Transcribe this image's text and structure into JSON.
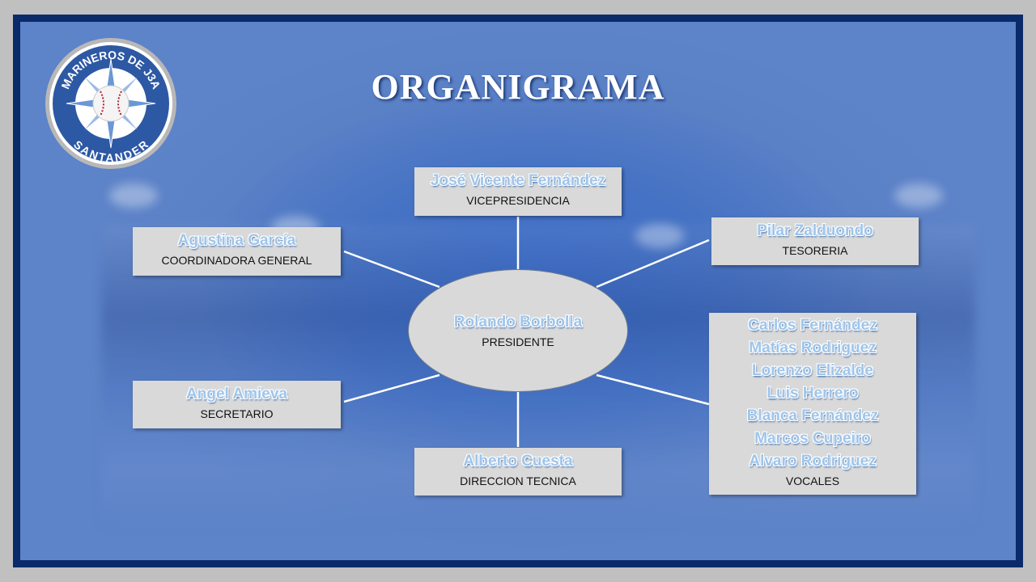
{
  "title": "ORGANIGRAMA",
  "logo": {
    "top_text": "MARINEROS DE J3A",
    "bottom_text": "SANTANDER"
  },
  "president": {
    "name": "Rolando Borbolla",
    "role": "PRESIDENTE"
  },
  "vice": {
    "name": "José Vicente Fernández",
    "role": "VICEPRESIDENCIA"
  },
  "coordinator": {
    "name": "Agustina García",
    "role": "COORDINADORA GENERAL"
  },
  "treasurer": {
    "name": "Pilar Zalduondo",
    "role": "TESORERIA"
  },
  "secretary": {
    "name": "Angel Amieva",
    "role": "SECRETARIO"
  },
  "technical": {
    "name": "Alberto Cuesta",
    "role": "DIRECCION TECNICA"
  },
  "vocales": {
    "names": [
      "Carlos Fernández",
      "Matías Rodriguez",
      "Lorenzo Elizalde",
      "Luis Herrero",
      "Blanca Fernández",
      "Marcos Cupeiro",
      "Alvaro Rodriguez"
    ],
    "role": "VOCALES"
  }
}
